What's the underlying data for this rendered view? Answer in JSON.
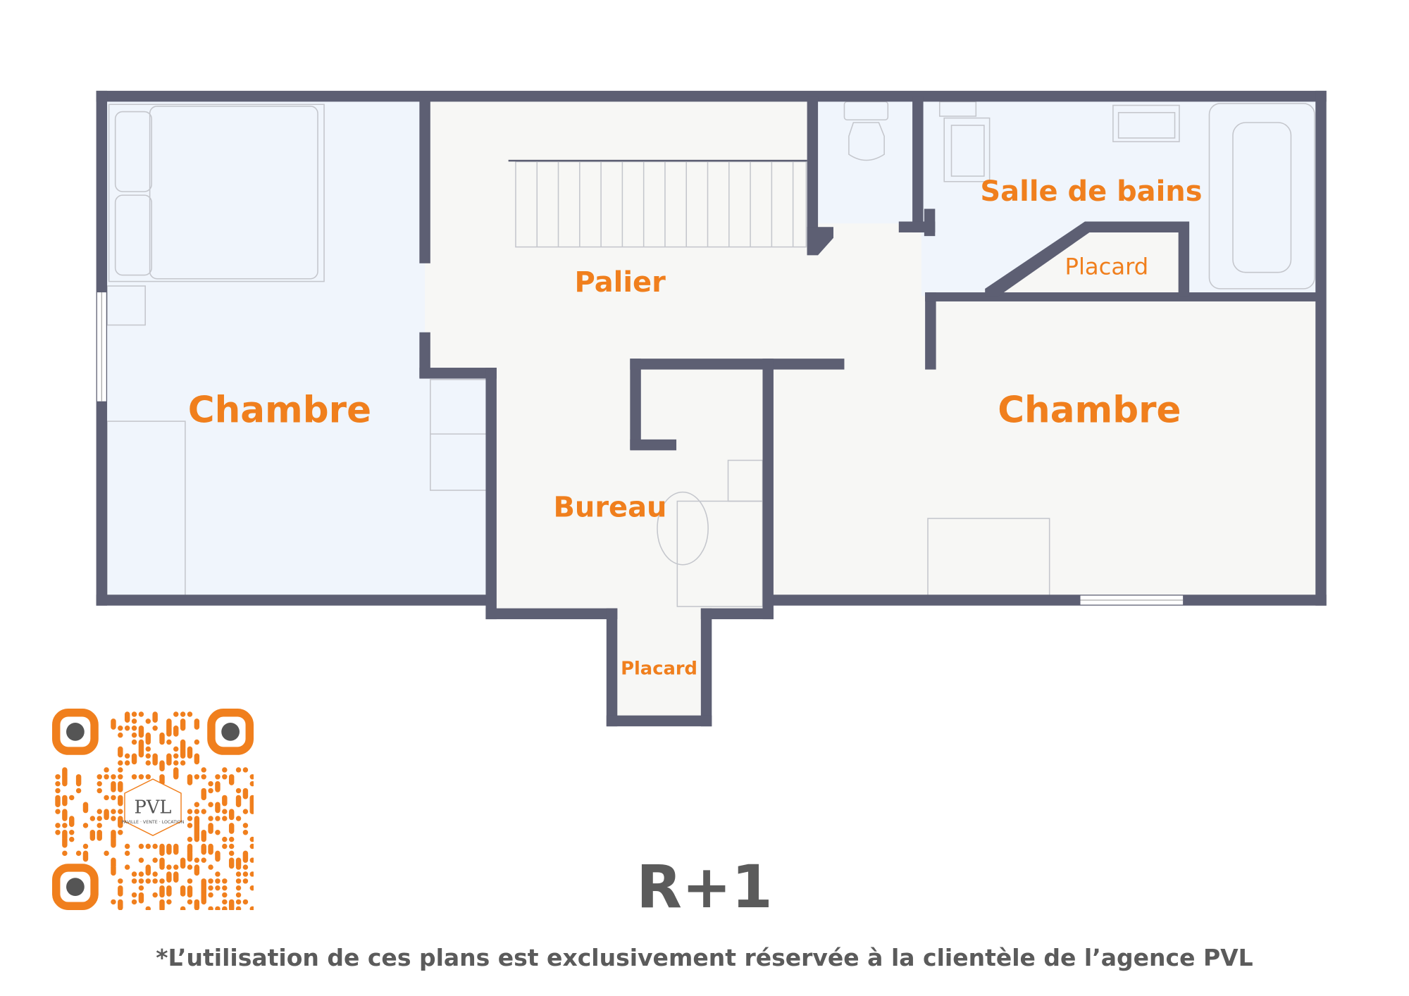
{
  "rooms": {
    "chambre_left": "Chambre",
    "palier": "Palier",
    "bureau": "Bureau",
    "salle_de_bains": "Salle de bains",
    "placard_bath": "Placard",
    "chambre_right": "Chambre",
    "placard_bottom": "Placard"
  },
  "level": "R+1",
  "disclaimer": "*L’utilisation de ces plans est exclusivement réservée à la clientèle de l’agence PVL",
  "qr_logo": {
    "brand": "PVL",
    "tagline": "PAVILLE · VENTE · LOCATION"
  },
  "colors": {
    "wall": "#5d5f73",
    "accent": "#f07f1d",
    "room_blue": "#f0f5fc",
    "room_grey": "#f7f7f5"
  }
}
